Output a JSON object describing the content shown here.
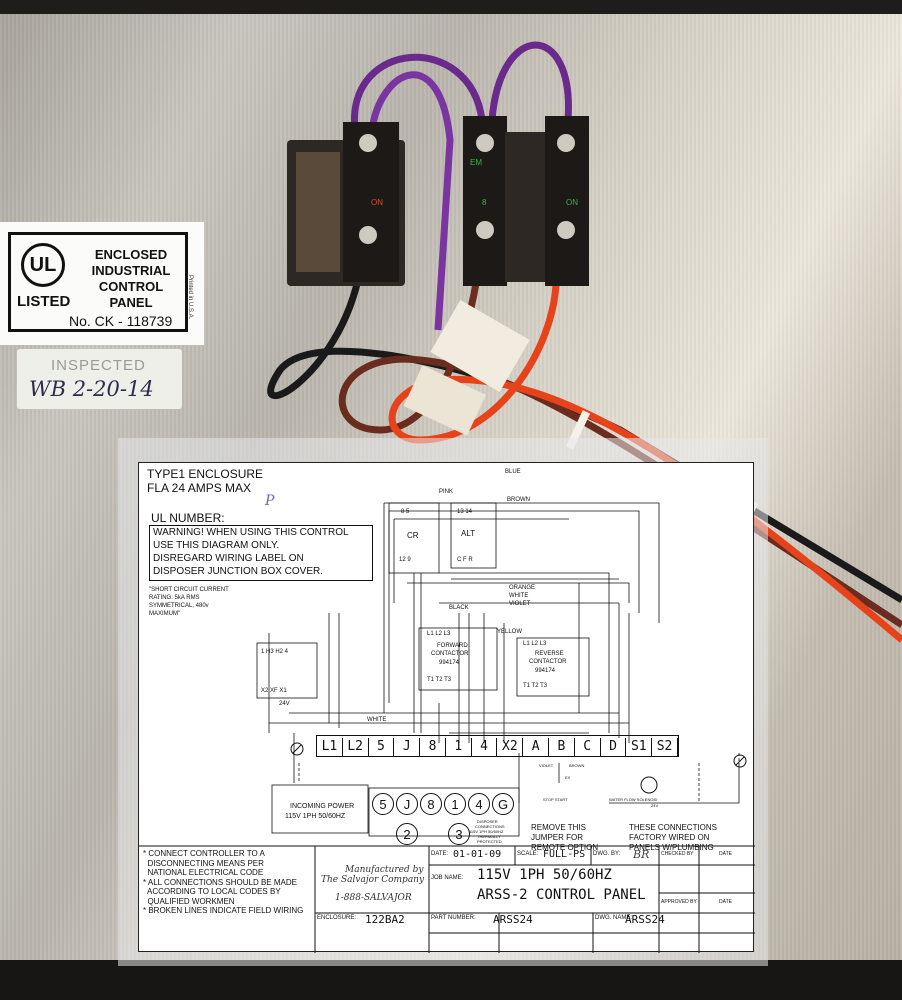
{
  "ul_label": {
    "logo": "UL",
    "listed": "LISTED",
    "line1": "ENCLOSED",
    "line2": "INDUSTRIAL",
    "line3": "CONTROL",
    "line4": "PANEL",
    "number": "No. CK - 118739",
    "printed": "Printed in U.S.A."
  },
  "inspected_label": {
    "title": "INSPECTED",
    "handwritten": "WB 2-20-14"
  },
  "switch_labels": {
    "left": "ON",
    "middle": "EM",
    "middle_lower": "8",
    "right": "ON"
  },
  "diagram": {
    "enclosure_type": "TYPE1 ENCLOSURE",
    "fla": "FLA 24 AMPS MAX",
    "fla_mark": "P",
    "ul_number_label": "UL NUMBER:",
    "warning": [
      "WARNING! WHEN USING THIS CONTROL",
      "USE THIS DIAGRAM ONLY.",
      "DISREGARD WIRING LABEL ON",
      "DISPOSER JUNCTION BOX COVER."
    ],
    "short_circuit": [
      "\"SHORT CIRCUIT CURRENT",
      "RATING: 5kA  RMS",
      "SYMMETRICAL, 480v",
      "MAXIMUM\""
    ],
    "forward_contactor": {
      "top": "L1  L2  L3",
      "name1": "FORWARD",
      "name2": "CONTACTOR",
      "part": "994174",
      "bottom": "T1   T2   T3"
    },
    "reverse_contactor": {
      "top": "L1  L2  L3",
      "name1": "REVERSE",
      "name2": "CONTACTOR",
      "part": "994174",
      "bottom": "T1   T2   T3"
    },
    "alt_relay": {
      "top": "13  14",
      "name": "ALT",
      "bottom": "C  F  R"
    },
    "cr_relay": {
      "name": "CR",
      "top": "8   5",
      "bottom": "12   9"
    },
    "wire_colors": [
      "BLUE",
      "PINK",
      "BROWN",
      "ORANGE",
      "WHITE",
      "VIOLET",
      "BLACK",
      "YELLOW",
      "WHITE"
    ],
    "transformer": {
      "top": "1  H3  H2  4",
      "bottom": "X2   XF X1",
      "volt": "24V"
    },
    "terminals": [
      "L1",
      "L2",
      "5",
      "J",
      "8",
      "1",
      "4",
      "X2",
      "A",
      "B",
      "C",
      "D",
      "S1",
      "S2"
    ],
    "incoming_power": [
      "INCOMING POWER",
      "115V 1PH 50/60HZ"
    ],
    "circles_row1": [
      "5",
      "J",
      "8",
      "1",
      "4",
      "G"
    ],
    "circles_row2": [
      "2",
      "3"
    ],
    "disposer_note": [
      "DISPOSER",
      "CONNECTIONS",
      "115V 1PH 50/60HZ",
      "THERMALLY",
      "PROTECTED"
    ],
    "jumper_note": [
      "REMOVE THIS",
      "JUMPER FOR",
      "REMOTE OPTION"
    ],
    "factory_note": [
      "THESE CONNECTIONS",
      "FACTORY WIRED ON",
      "PANELS W/PLUMBING"
    ],
    "small_labels": {
      "violet": "VIOLET",
      "brown": "BROWN",
      "stop_start": "STOP START",
      "water_flow": "WATER FLOW SOLENOID",
      "volt24": "24V",
      "ex": "EX"
    },
    "notes": [
      "* CONNECT CONTROLLER TO A",
      "  DISCONNECTING MEANS PER",
      "  NATIONAL ELECTRICAL CODE",
      "* ALL CONNECTIONS SHOULD BE MADE",
      "  ACCORDING TO LOCAL CODES BY",
      "  QUALIFIED WORKMEN",
      "* BROKEN LINES INDICATE FIELD WIRING"
    ],
    "manufacturer": [
      "Manufactured by",
      "The Salvajor Company",
      "1-888-SALVAJOR"
    ],
    "title_block": {
      "date_label": "DATE:",
      "date": "01-01-09",
      "scale_label": "SCALE:",
      "scale": "FULL-PS",
      "dwg_by_label": "DWG. BY:",
      "dwg_by": "BR",
      "checked_label": "CHECKED BY",
      "date2_label": "DATE",
      "job_label": "JOB NAME:",
      "job1": "115V 1PH 50/60HZ",
      "job2": "ARSS-2 CONTROL PANEL",
      "approved_label": "APPROVED BY",
      "date3_label": "DATE",
      "enclosure_label": "ENCLOSURE:",
      "enclosure": "122BA2",
      "part_label": "PART NUMBER:",
      "part": "ARSS24",
      "dwg_name_label": "DWG. NAME:",
      "dwg_name": "ARSS24"
    }
  }
}
